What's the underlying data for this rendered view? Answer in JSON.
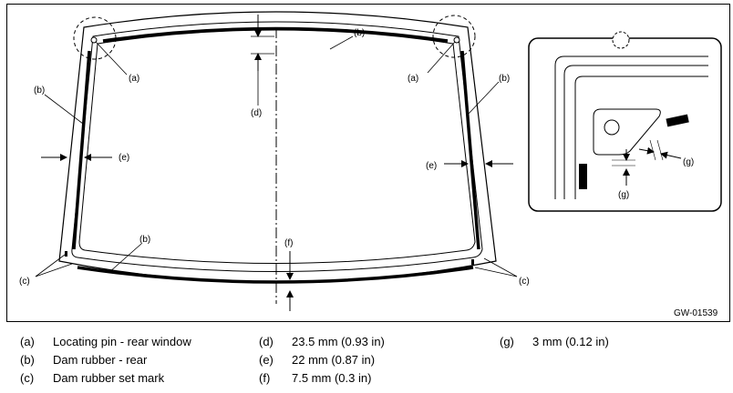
{
  "diagram": {
    "callouts": {
      "a": "(a)",
      "b": "(b)",
      "c": "(c)",
      "d": "(d)",
      "e": "(e)",
      "f": "(f)",
      "g": "(g)"
    },
    "figure_code": "GW-01539"
  },
  "legend": [
    {
      "key": "(a)",
      "text": "Locating pin - rear window"
    },
    {
      "key": "(b)",
      "text": "Dam rubber - rear"
    },
    {
      "key": "(c)",
      "text": "Dam rubber set mark"
    },
    {
      "key": "(d)",
      "text": "23.5 mm (0.93 in)"
    },
    {
      "key": "(e)",
      "text": "22 mm (0.87 in)"
    },
    {
      "key": "(f)",
      "text": "7.5 mm (0.3 in)"
    },
    {
      "key": "(g)",
      "text": "3 mm (0.12 in)"
    }
  ]
}
